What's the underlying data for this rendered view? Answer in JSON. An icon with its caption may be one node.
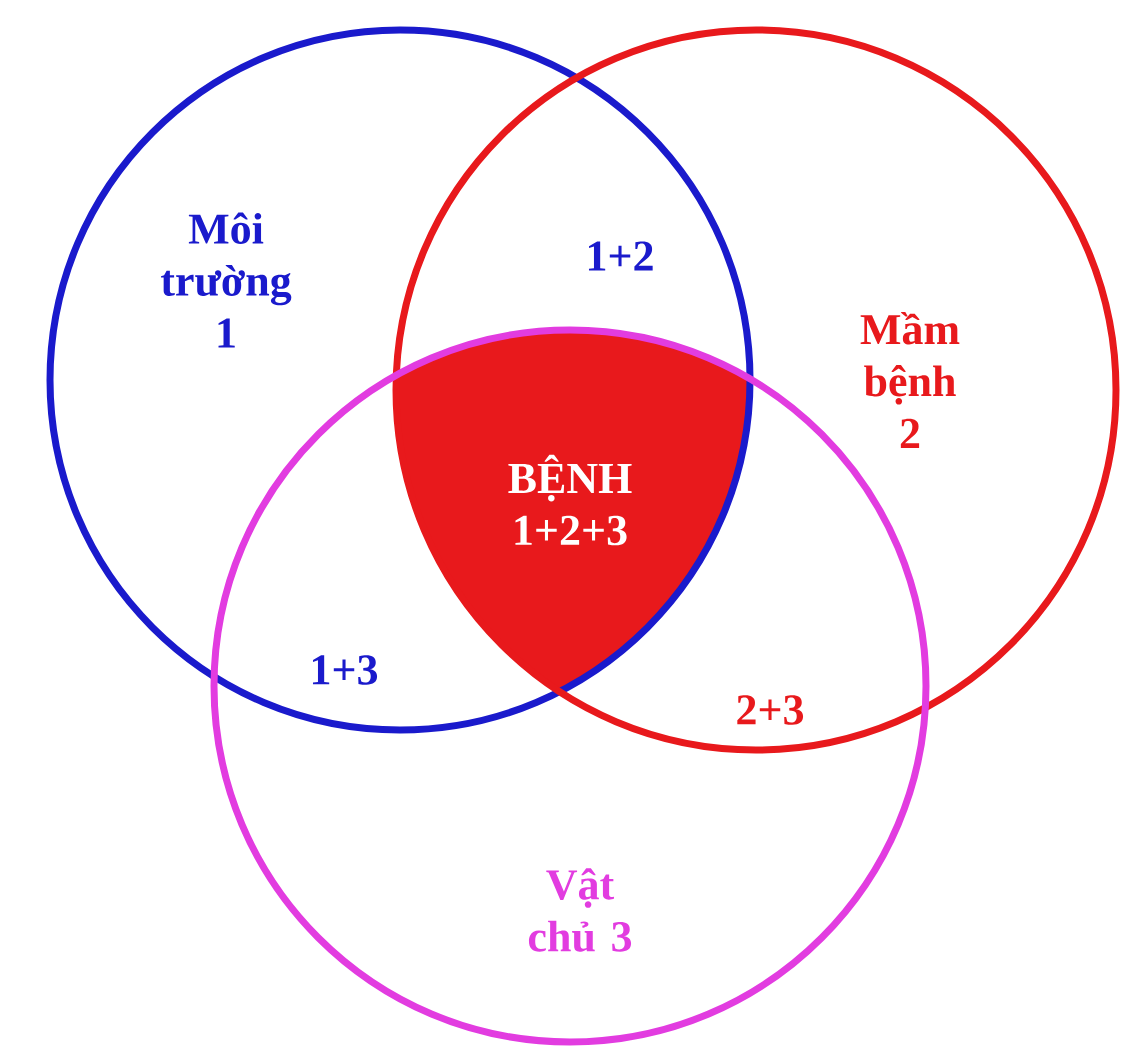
{
  "diagram": {
    "nodes": [
      {
        "text": [
          "Môi trường 1"
        ]
      },
      {
        "text": [
          "Mầm bệnh 2"
        ]
      },
      {
        "text": [
          "Vật chủ 3"
        ]
      },
      {
        "text": [
          "BỆNH 1+2+3"
        ]
      }
    ],
    "labels": [
      "1+2",
      "1+3",
      "2+3"
    ]
  }
}
